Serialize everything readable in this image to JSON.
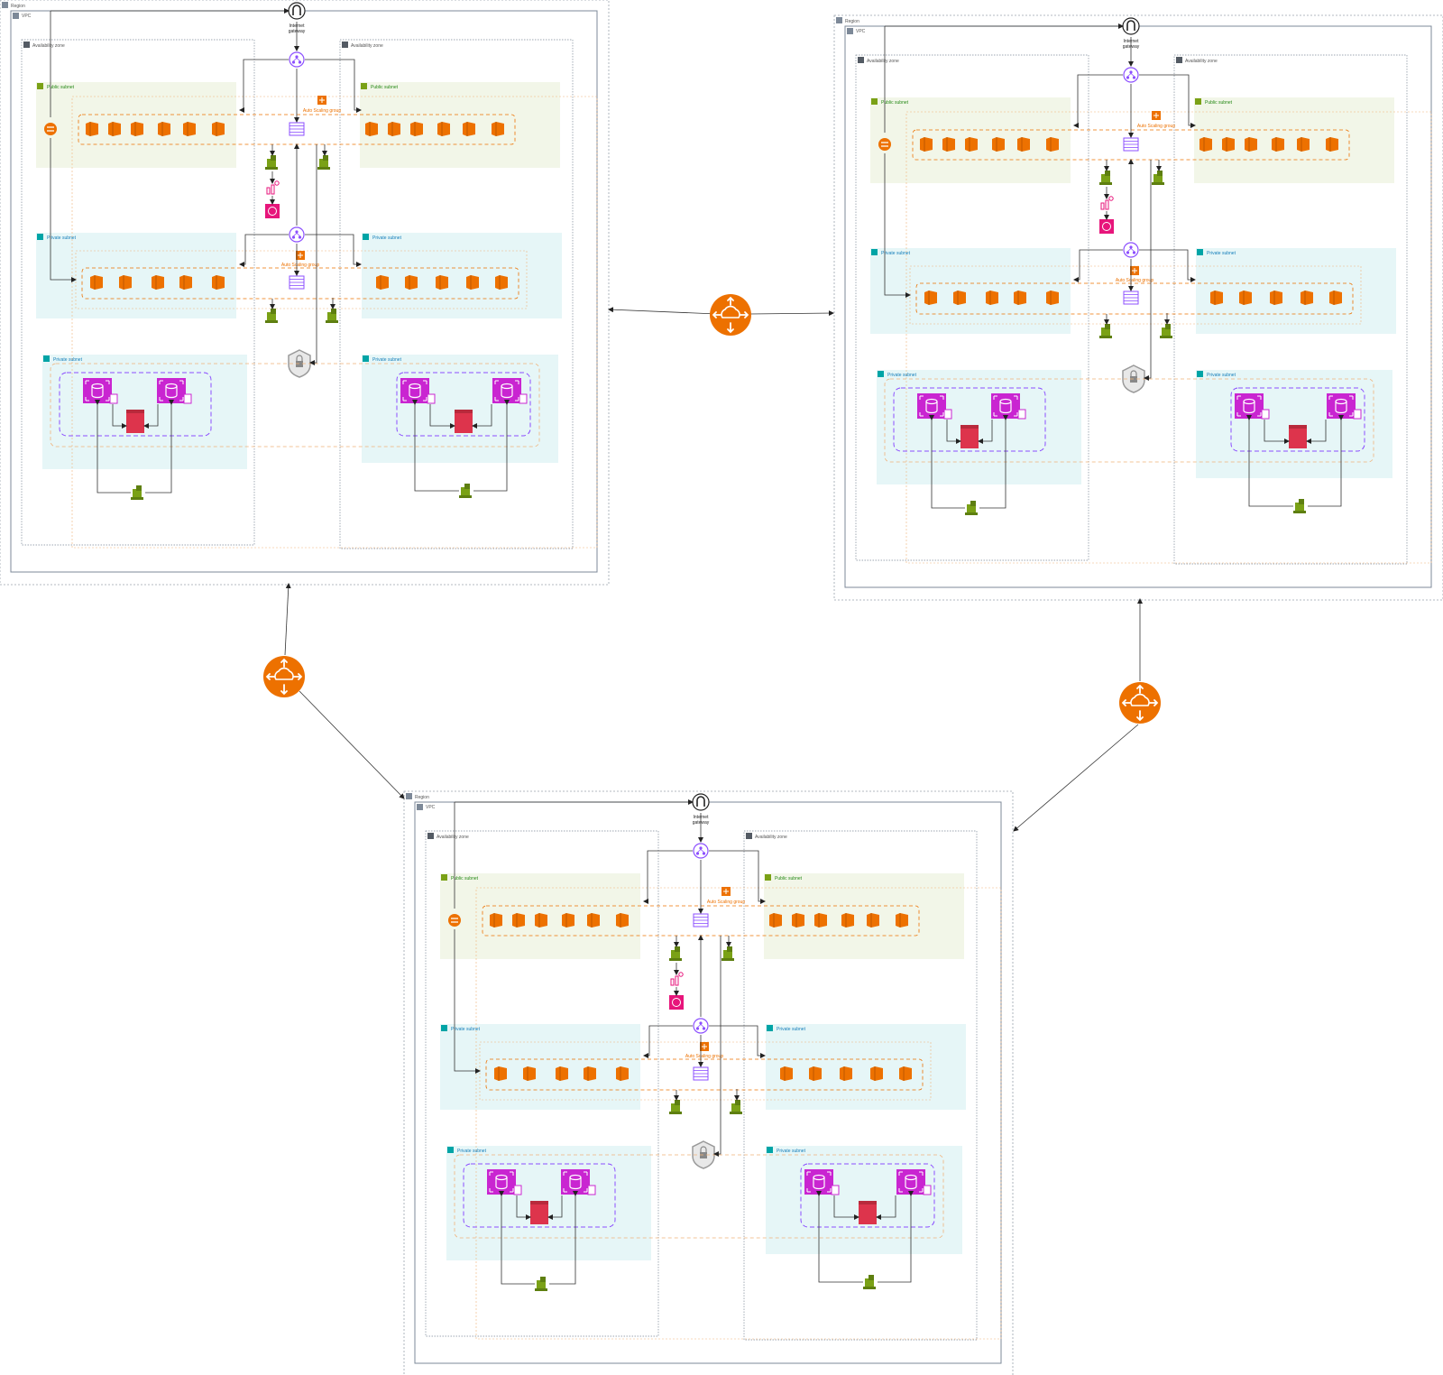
{
  "labels": {
    "region": "Region",
    "vpc": "VPC",
    "availability_zone": "Availability zone",
    "public_subnet": "Public subnet",
    "private_subnet": "Private subnet",
    "auto_scaling_group": "Auto Scaling group",
    "internet_gateway_line1": "Internet",
    "internet_gateway_line2": "gateway"
  },
  "regions": [
    {
      "id": "region-1"
    },
    {
      "id": "region-2"
    },
    {
      "id": "region-3"
    }
  ],
  "connections": [
    {
      "from": "region-1",
      "to": "region-2",
      "via": "transit-gateway"
    },
    {
      "from": "region-1",
      "to": "region-3",
      "via": "transit-gateway"
    },
    {
      "from": "region-2",
      "to": "region-3",
      "via": "transit-gateway"
    }
  ],
  "colors": {
    "compute_orange": "#ED7100",
    "network_purple": "#8C4FFF",
    "database_magenta": "#C925D1",
    "storage_red": "#DD344C",
    "monitor_pink": "#E7157B",
    "gateway_green": "#7AA116",
    "public_subnet_fill": "#F2F6E8",
    "public_subnet_text": "#248814",
    "private_subnet_fill": "#E6F6F7",
    "private_subnet_text": "#147EBA",
    "group_gray": "#7D8998"
  },
  "icons": [
    "region-icon",
    "vpc-icon",
    "availability-zone-icon",
    "public-subnet-icon",
    "private-subnet-icon",
    "internet-gateway-icon",
    "load-balancer-icon",
    "nat-gateway-icon",
    "ec2-instance-icon",
    "auto-scaling-icon",
    "route-table-icon",
    "cloudwatch-icon",
    "cloudwatch-alarm-icon",
    "rds-instance-icon",
    "security-group-icon",
    "s3-bucket-icon",
    "vpc-endpoint-icon",
    "transit-gateway-icon"
  ]
}
